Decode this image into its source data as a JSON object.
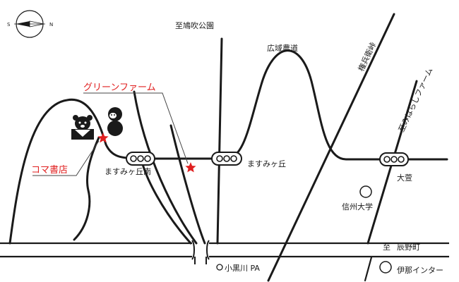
{
  "compass": {
    "south": "S",
    "north": "N"
  },
  "labels": {
    "hatoyabuki_park": "至鳩吹公園",
    "koiki_noudo": "広域農道",
    "gongen_pass": "権兵衛峠",
    "mihara_farm": "至みはらしファーム",
    "green_farm": "グリーンファーム",
    "koma_shoten": "コマ書店",
    "masumigaoka_minami": "ますみヶ丘南",
    "masumigaoka": "ますみヶ丘",
    "ohagi": "大萱",
    "shinshu_univ": "信州大学",
    "tatsuno_to": "至",
    "tatsuno": "辰野町",
    "kogurogawa_pa": "小黒川 PA",
    "ina_ic": "伊那インター"
  },
  "colors": {
    "road": "#1a1a1a",
    "accent": "#e02020",
    "background": "#ffffff"
  },
  "icons": [
    "compass-icon",
    "bear-mascot-icon",
    "monkey-icon",
    "star-icon",
    "traffic-signal-icon",
    "landmark-circle-icon"
  ]
}
